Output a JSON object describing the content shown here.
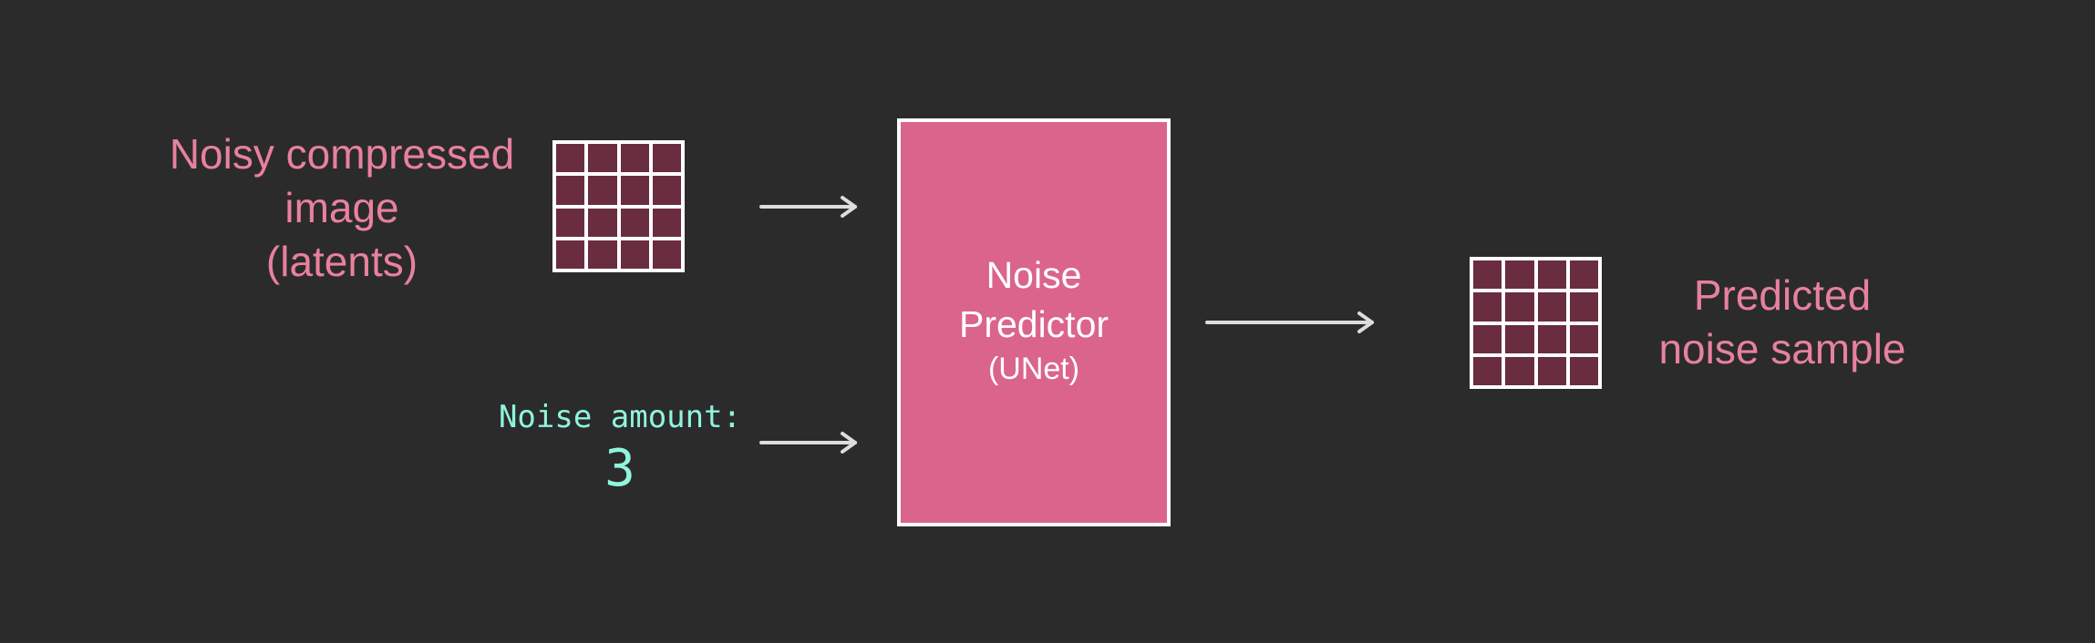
{
  "input": {
    "label_lines": [
      "Noisy compressed",
      "image",
      "(latents)"
    ]
  },
  "noise_amount": {
    "label": "Noise amount:",
    "value": "3"
  },
  "predictor": {
    "title_lines": [
      "Noise",
      "Predictor"
    ],
    "subtitle": "(UNet)"
  },
  "output": {
    "label_lines": [
      "Predicted",
      "noise sample"
    ]
  },
  "colors": {
    "background": "#2b2b2b",
    "label_pink": "#e8819d",
    "predictor_fill": "#db648c",
    "grid_cell": "#6a2d40",
    "noise_amount_text": "#8ff5dc",
    "arrow": "#dddddd"
  },
  "icons": {
    "latent_grid": "4x4-grid-icon",
    "arrow": "right-arrow-icon"
  }
}
